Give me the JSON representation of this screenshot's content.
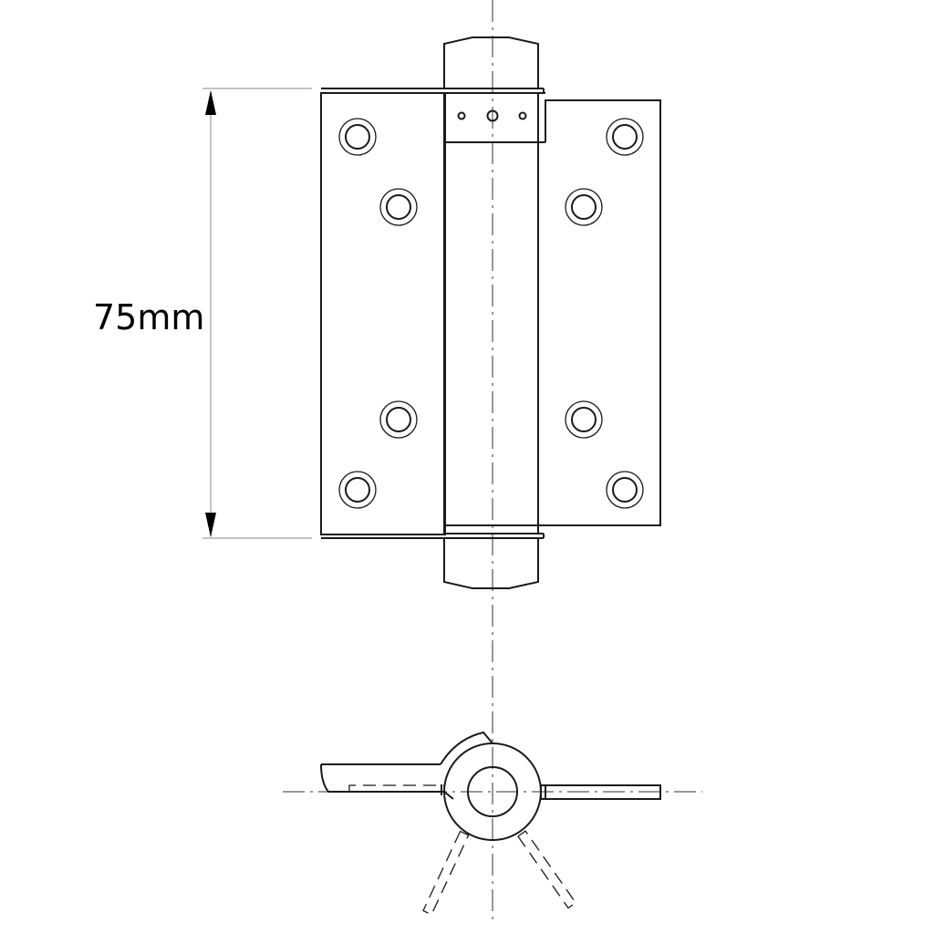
{
  "drawing": {
    "subject": "Double action spring hinge",
    "dimension_label": "75mm",
    "views": [
      {
        "name": "front-view",
        "description": "Hinge with two leaves, central spring barrel, 4 countersunk screw holes per leaf"
      },
      {
        "name": "top-view",
        "description": "Cross-section showing barrel, leaves and swing range dashed"
      }
    ],
    "colors": {
      "line": "#1a1a1a",
      "dimension_line": "#b0b0b0",
      "background": "#ffffff"
    }
  }
}
